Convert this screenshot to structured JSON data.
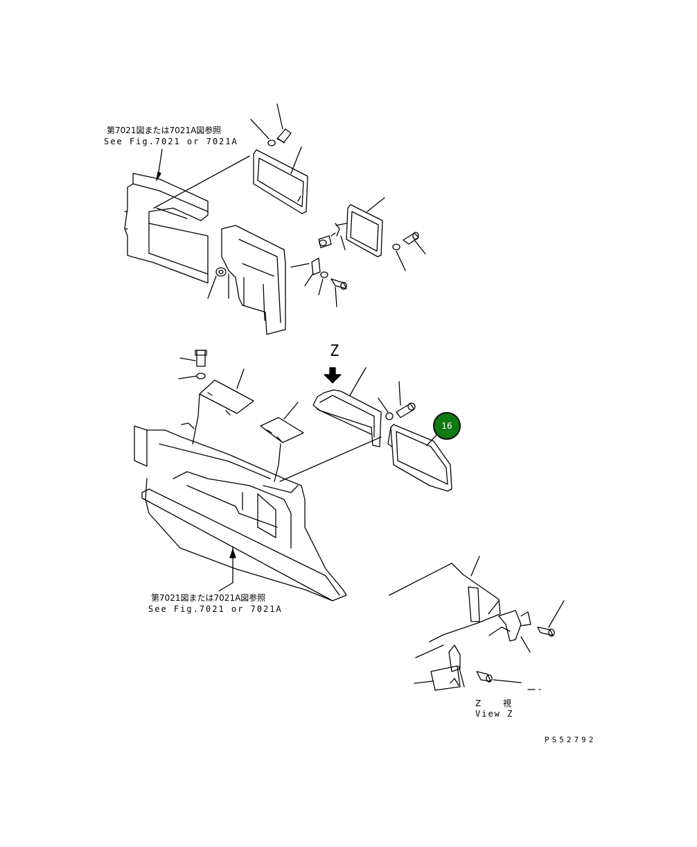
{
  "labels": {
    "ref_top_jp": "第7021図または7021A図参照",
    "ref_top_en": "See Fig.7021 or 7021A",
    "ref_bottom_jp": "第7021図または7021A図参照",
    "ref_bottom_en": "See Fig.7021 or 7021A",
    "z_arrow": "Z",
    "view_z_jp": "Z 視",
    "view_z_en": "View Z",
    "drawing_number": "PS52792"
  },
  "callouts": [
    {
      "number": "16",
      "color": "#0f7a12"
    }
  ]
}
